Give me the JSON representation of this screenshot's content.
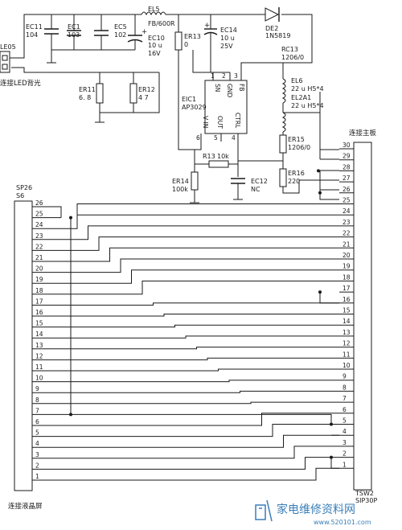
{
  "components": {
    "le05": "LE05",
    "ec11": [
      "EC11",
      "104"
    ],
    "ec1": [
      "EC1",
      "103"
    ],
    "ec5": [
      "EC5",
      "102"
    ],
    "el5": [
      "EL5",
      "FB/600R"
    ],
    "ec10": [
      "EC10",
      "10 u",
      "16V"
    ],
    "er13": [
      "ER13",
      "0"
    ],
    "ec14": [
      "EC14",
      "10 u",
      "25V"
    ],
    "de2": [
      "DE2",
      "1N5819"
    ],
    "rc13": [
      "RC13",
      "1206/0"
    ],
    "er11": [
      "ER11",
      "6. 8"
    ],
    "er12": [
      "ER12",
      "4 7"
    ],
    "eic1": [
      "EIC1",
      "AP3029"
    ],
    "el6": [
      "EL6",
      "22 u H5*4"
    ],
    "el2a1": [
      "EL2A1",
      "22 u H5*4"
    ],
    "er15": [
      "ER15",
      "1206/0"
    ],
    "r13": [
      "R13",
      "10k"
    ],
    "er14": [
      "ER14",
      "100k"
    ],
    "ec12": [
      "EC12",
      "NC"
    ],
    "er16": [
      "ER16",
      "220"
    ],
    "sp26": [
      "SP26",
      "S6"
    ],
    "tsw2": [
      "TSW2",
      "SIP30P"
    ]
  },
  "ic_pins": {
    "top": [
      "SN",
      "GND",
      "FB"
    ],
    "bottom": [
      "V IN",
      "OUT",
      "CTRL"
    ],
    "top_nums": [
      "1",
      "2",
      "3"
    ],
    "bottom_nums": [
      "6",
      "5",
      "4"
    ]
  },
  "labels": {
    "led_backlight": "连接LED背光",
    "main_board": "连接主板",
    "lcd_screen": "连接液晶屏"
  },
  "watermark": {
    "site": "家电维修资料网",
    "url": "www.520101.com"
  },
  "plus": "+"
}
